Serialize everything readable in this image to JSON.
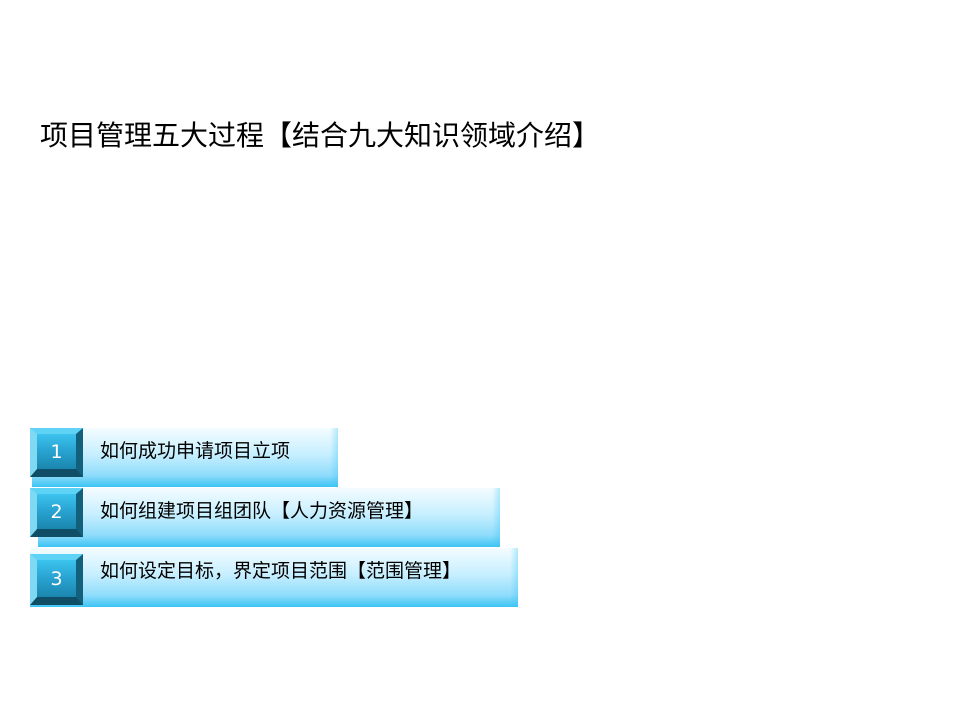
{
  "slide": {
    "title": "项目管理五大过程【结合九大知识领域介绍】"
  },
  "items": [
    {
      "number": "1",
      "text": "如何成功申请项目立项"
    },
    {
      "number": "2",
      "text": "如何组建项目组团队【人力资源管理】"
    },
    {
      "number": "3",
      "text": "如何设定目标，界定项目范围【范围管理】"
    }
  ],
  "colors": {
    "bar_gradient_top": "#f4fcff",
    "bar_gradient_bottom": "#3cc4f4",
    "number_box": "#2aa5d4",
    "number_text": "#ffffff",
    "text": "#000000"
  }
}
